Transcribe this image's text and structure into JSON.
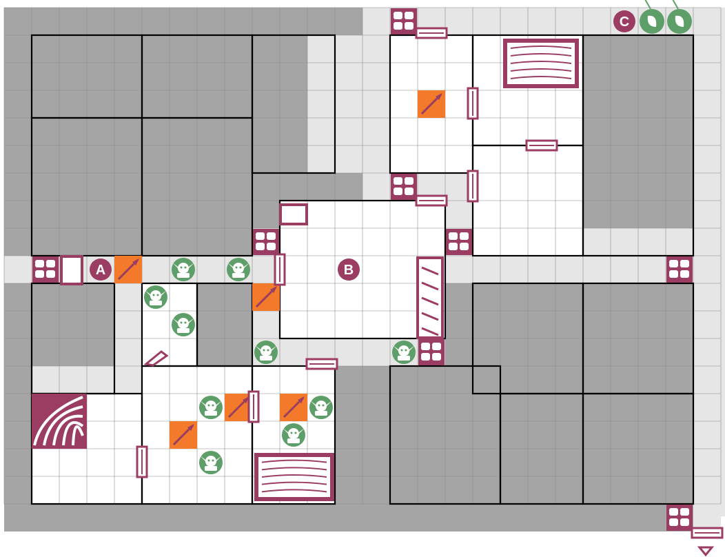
{
  "board": {
    "grid_cols": 26,
    "grid_rows": 18,
    "colors": {
      "background": "#ffffff",
      "blocked": "#a5a5a5",
      "corridor": "#e6e6e6",
      "room_floor": "#ffffff",
      "grid_line": "#8a8a8a",
      "wall": "#000000",
      "marker": "#9b3d63",
      "monster": "#5e9e68",
      "trap": "#f37a2b"
    }
  },
  "markers": [
    {
      "label": "A",
      "col": 3,
      "row": 9
    },
    {
      "label": "B",
      "col": 12,
      "row": 9
    },
    {
      "label": "C",
      "col": 22,
      "row": 0
    }
  ],
  "icon_names": {
    "monster": "orc-icon",
    "trap": "spear-trap-icon",
    "door": "door-icon",
    "rubble": "rubble-icon",
    "furniture": "table-icon",
    "hero": "hero-icon",
    "stairs": "stairs-icon",
    "exit": "exit-arrow-icon"
  },
  "monsters": [
    {
      "col": 6,
      "row": 9
    },
    {
      "col": 8,
      "row": 9
    },
    {
      "col": 5,
      "row": 10
    },
    {
      "col": 6,
      "row": 11
    },
    {
      "col": 9,
      "row": 12
    },
    {
      "col": 14,
      "row": 12
    },
    {
      "col": 7,
      "row": 14
    },
    {
      "col": 11,
      "row": 14
    },
    {
      "col": 10,
      "row": 15
    },
    {
      "col": 7,
      "row": 16
    }
  ],
  "traps": [
    {
      "col": 15,
      "row": 3
    },
    {
      "col": 4,
      "row": 9
    },
    {
      "col": 9,
      "row": 10
    },
    {
      "col": 8,
      "row": 14
    },
    {
      "col": 10,
      "row": 14
    },
    {
      "col": 6,
      "row": 15
    }
  ],
  "rubble": [
    {
      "col": 14,
      "row": 0
    },
    {
      "col": 14,
      "row": 6
    },
    {
      "col": 9,
      "row": 8
    },
    {
      "col": 16,
      "row": 8
    },
    {
      "col": 1,
      "row": 9
    },
    {
      "col": 24,
      "row": 9
    },
    {
      "col": 15,
      "row": 12
    },
    {
      "col": 24,
      "row": 18
    }
  ],
  "heroes": [
    {
      "col": 23,
      "row": 0
    },
    {
      "col": 24,
      "row": 0
    }
  ]
}
